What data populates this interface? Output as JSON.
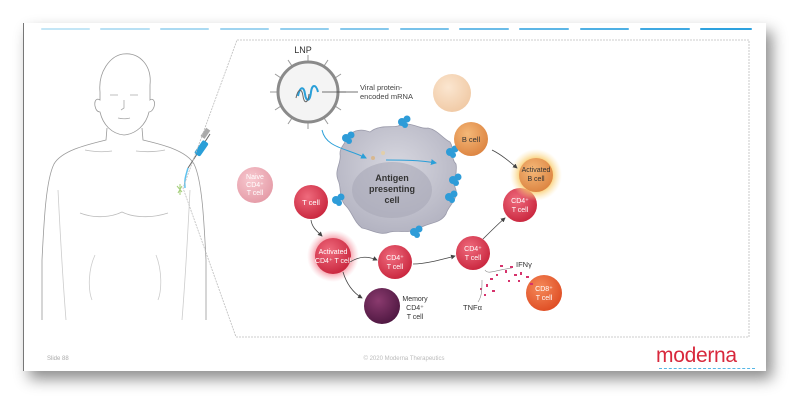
{
  "slide": {
    "number_label": "Slide 88",
    "copyright": "© 2020 Moderna Therapeutics",
    "logo_text": "moderna"
  },
  "colors": {
    "brand_red": "#d8283c",
    "dash_blue": "#3aa9e0",
    "t_cell": "#d83a50",
    "b_cell": "#e8964a",
    "apc": "#c9c9d2"
  },
  "diagram": {
    "lnp_label": "LNP",
    "mrna_label_1": "Viral protein-",
    "mrna_label_2": "encoded mRNA",
    "apc_label_1": "Antigen",
    "apc_label_2": "presenting",
    "apc_label_3": "cell",
    "naive_1": "Naive",
    "naive_2": "CD4⁺",
    "naive_3": "T cell",
    "t_cell": "T cell",
    "activated_cd4_1": "Activated",
    "activated_cd4_2": "CD4⁺ T cell",
    "cd4_a_1": "CD4⁺",
    "cd4_a_2": "T cell",
    "memory_1": "Memory",
    "memory_2": "CD4⁺",
    "memory_3": "T cell",
    "cd4_b_1": "CD4⁺",
    "cd4_b_2": "T cell",
    "cd4_c_1": "CD4⁺",
    "cd4_c_2": "T cell",
    "b_cell": "B cell",
    "activated_b_1": "Activated",
    "activated_b_2": "B cell",
    "ifn": "IFNγ",
    "tnf": "TNFα",
    "cd8_1": "CD8⁺",
    "cd8_2": "T cell"
  }
}
